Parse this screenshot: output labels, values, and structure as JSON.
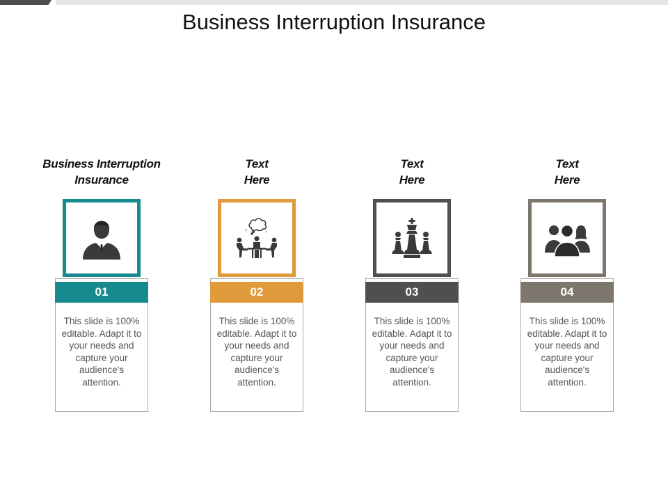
{
  "slide": {
    "title": "Business Interruption Insurance"
  },
  "cards": [
    {
      "heading_line1": "Business Interruption",
      "heading_line2": "Insurance",
      "number": "01",
      "description": "This slide is 100% editable. Adapt it to your needs and capture your audience's attention.",
      "icon": "businessman-icon",
      "color": "#178a8f"
    },
    {
      "heading_line1": "Text",
      "heading_line2": "Here",
      "number": "02",
      "description": "This slide is 100% editable. Adapt it to your needs and capture your audience's attention.",
      "icon": "meeting-discussion-icon",
      "color": "#df9a3b"
    },
    {
      "heading_line1": "Text",
      "heading_line2": "Here",
      "number": "03",
      "description": "This slide is 100% editable. Adapt it to your needs and capture your audience's attention.",
      "icon": "chess-pieces-icon",
      "color": "#4f4f4f"
    },
    {
      "heading_line1": "Text",
      "heading_line2": "Here",
      "number": "04",
      "description": "This slide is 100% editable. Adapt it to your needs and capture your audience's attention.",
      "icon": "team-group-icon",
      "color": "#7d766c"
    }
  ],
  "colors": {
    "top_bar_dark": "#4d4d4d",
    "top_bar_light": "#e6e6e6",
    "card_border": "#a6a6a6",
    "icon_fill": "#3a3a3a"
  }
}
